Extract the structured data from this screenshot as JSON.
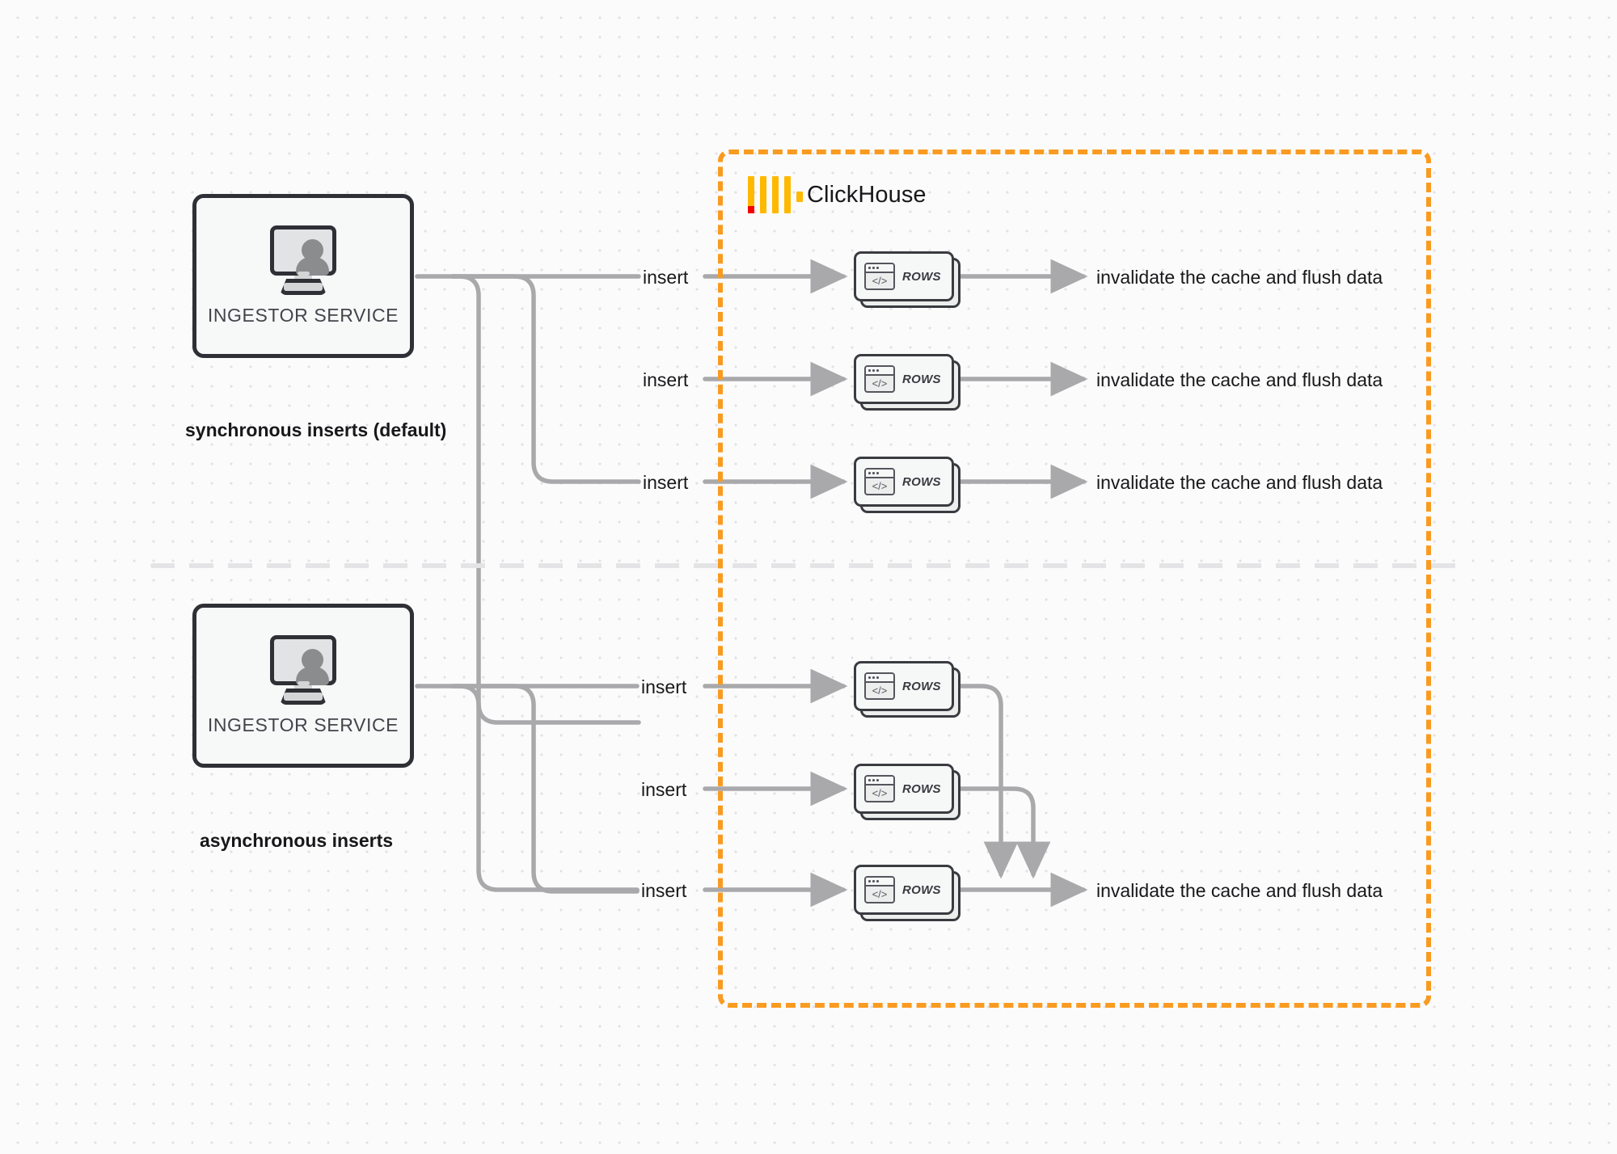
{
  "diagram": {
    "title": "ClickHouse synchronous vs asynchronous inserts",
    "background": "#fbfbfb",
    "colors": {
      "accent_orange": "#f99b21",
      "logo_yellow": "#ffb800",
      "logo_red": "#f50000",
      "wire_gray": "#a9a9ac",
      "box_border_dark": "#2f3036",
      "divider_gray": "#e2e2e4"
    }
  },
  "clickhouse_boundary": {
    "label": "ClickHouse",
    "logo_name": "clickhouse-logo",
    "border_style": "dashed"
  },
  "sections": [
    {
      "id": "synchronous",
      "caption": "synchronous inserts (default)",
      "source": {
        "label": "INGESTOR SERVICE",
        "icon": "monitor-user-icon"
      },
      "flows": [
        {
          "insert_label": "insert",
          "node_label": "ROWS",
          "result_label": "invalidate the cache and flush data"
        },
        {
          "insert_label": "insert",
          "node_label": "ROWS",
          "result_label": "invalidate the cache and flush data"
        },
        {
          "insert_label": "insert",
          "node_label": "ROWS",
          "result_label": "invalidate the cache and flush data"
        }
      ]
    },
    {
      "id": "asynchronous",
      "caption": "asynchronous inserts",
      "source": {
        "label": "INGESTOR SERVICE",
        "icon": "monitor-user-icon"
      },
      "flows": [
        {
          "insert_label": "insert",
          "node_label": "ROWS"
        },
        {
          "insert_label": "insert",
          "node_label": "ROWS"
        },
        {
          "insert_label": "insert",
          "node_label": "ROWS"
        }
      ],
      "merged_result_label": "invalidate the cache and flush data"
    }
  ],
  "icons": {
    "rows_window_glyph": "</>"
  }
}
